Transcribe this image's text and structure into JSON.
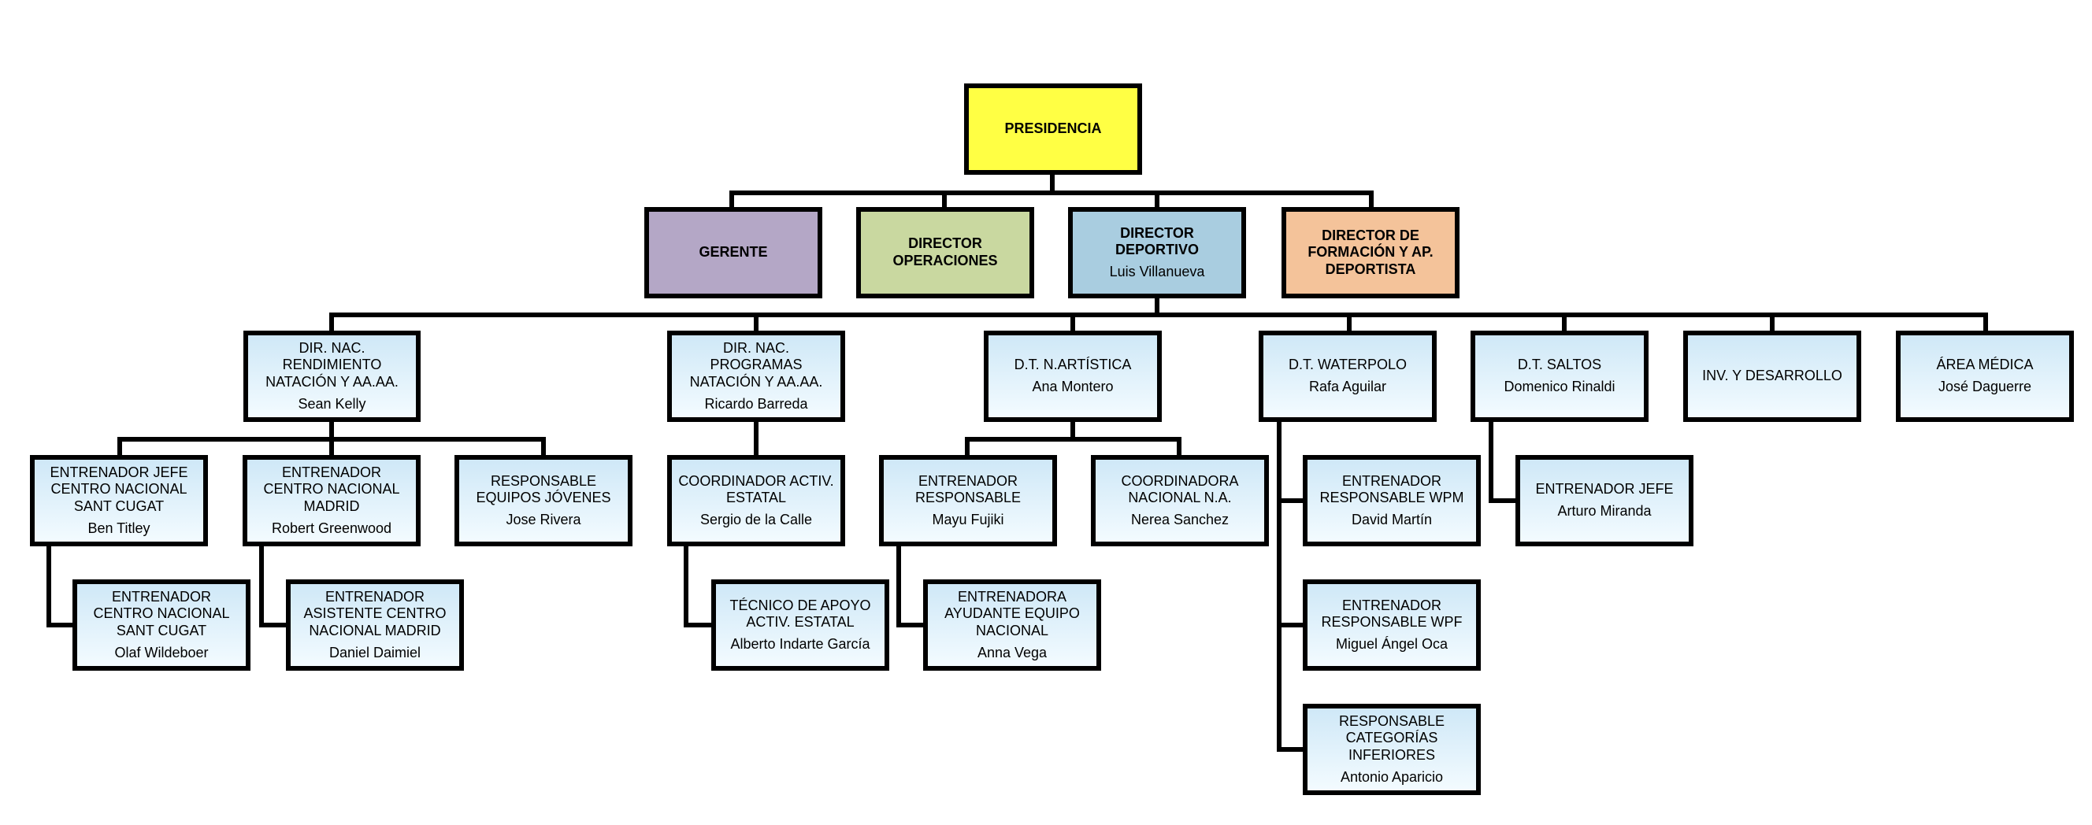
{
  "presidencia": "PRESIDENCIA",
  "gerente": "GERENTE",
  "director_operaciones": "DIRECTOR OPERACIONES",
  "director_deportivo": {
    "title": "DIRECTOR DEPORTIVO",
    "name": "Luis Villanueva"
  },
  "director_formacion": {
    "title": "DIRECTOR DE FORMACIÓN Y AP. DEPORTISTA"
  },
  "level3": [
    {
      "title": "DIR. NAC. RENDIMIENTO NATACIÓN Y AA.AA.",
      "name": "Sean Kelly"
    },
    {
      "title": "DIR. NAC. PROGRAMAS NATACIÓN Y AA.AA.",
      "name": "Ricardo Barreda"
    },
    {
      "title": "D.T. N.ARTÍSTICA",
      "name": "Ana Montero"
    },
    {
      "title": "D.T. WATERPOLO",
      "name": "Rafa Aguilar"
    },
    {
      "title": "D.T. SALTOS",
      "name": "Domenico Rinaldi"
    },
    {
      "title": "INV. Y DESARROLLO",
      "name": ""
    },
    {
      "title": "ÁREA MÉDICA",
      "name": "José Daguerre"
    }
  ],
  "level4": [
    {
      "title": "ENTRENADOR JEFE CENTRO NACIONAL SANT CUGAT",
      "name": "Ben Titley"
    },
    {
      "title": "ENTRENADOR CENTRO NACIONAL MADRID",
      "name": "Robert Greenwood"
    },
    {
      "title": "RESPONSABLE EQUIPOS JÓVENES",
      "name": "Jose Rivera"
    },
    {
      "title": "COORDINADOR ACTIV. ESTATAL",
      "name": "Sergio de la Calle"
    },
    {
      "title": "ENTRENADOR RESPONSABLE",
      "name": "Mayu Fujiki"
    },
    {
      "title": "COORDINADORA NACIONAL N.A.",
      "name": "Nerea Sanchez"
    },
    {
      "title": "ENTRENADOR RESPONSABLE WPM",
      "name": "David Martín"
    },
    {
      "title": "ENTRENADOR JEFE",
      "name": "Arturo Miranda"
    },
    {
      "title": "ENTRENADOR RESPONSABLE WPF",
      "name": "Miguel Ángel Oca"
    },
    {
      "title": "RESPONSABLE CATEGORÍAS INFERIORES",
      "name": "Antonio Aparicio"
    }
  ],
  "level5": [
    {
      "title": "ENTRENADOR CENTRO NACIONAL SANT CUGAT",
      "name": "Olaf Wildeboer"
    },
    {
      "title": "ENTRENADOR ASISTENTE CENTRO NACIONAL MADRID",
      "name": "Daniel Daimiel"
    },
    {
      "title": "TÉCNICO DE APOYO ACTIV. ESTATAL",
      "name": "Alberto Indarte García"
    },
    {
      "title": "ENTRENADORA AYUDANTE EQUIPO NACIONAL",
      "name": "Anna Vega"
    }
  ]
}
